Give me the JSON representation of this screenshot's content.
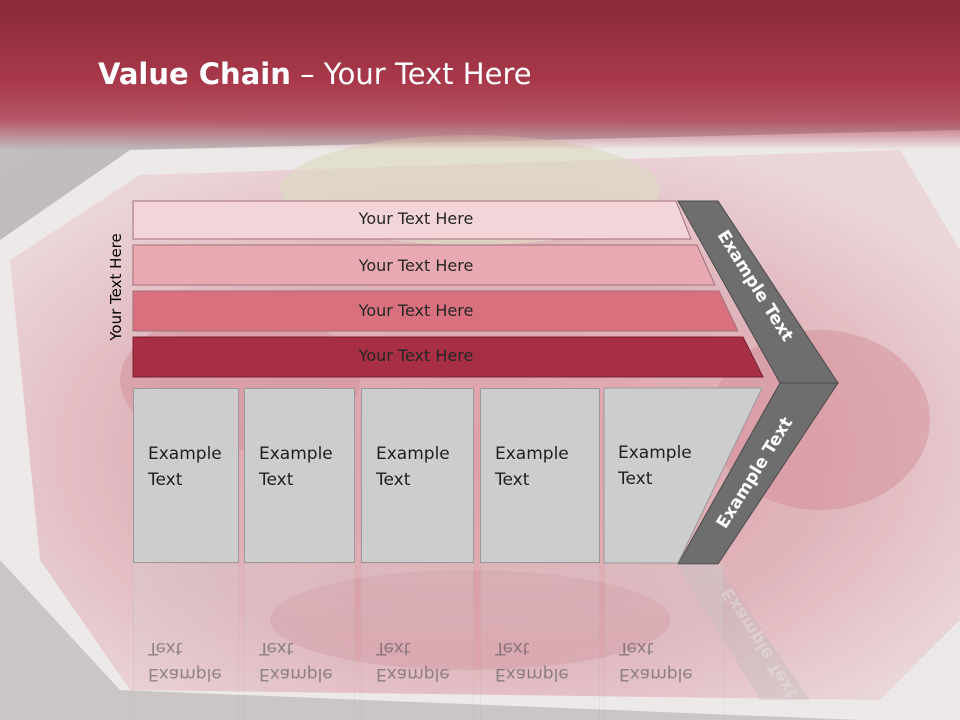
{
  "slide": {
    "title_bold": "Value Chain",
    "title_rest": " – Your Text Here",
    "side_label": "Your Text Here",
    "bars": [
      {
        "label": "Your Text Here",
        "color": "#f2d4d9"
      },
      {
        "label": "Your Text Here",
        "color": "#e8a9b2"
      },
      {
        "label": "Your Text Here",
        "color": "#d8707e"
      },
      {
        "label": "Your Text Here",
        "color": "#a82f43"
      }
    ],
    "boxes": [
      {
        "label": "Example Text"
      },
      {
        "label": "Example Text"
      },
      {
        "label": "Example Text"
      },
      {
        "label": "Example Text"
      },
      {
        "label": "Example Text"
      }
    ],
    "chevron_upper_label": "Example Text",
    "chevron_lower_label": "Example Text",
    "colors": {
      "header": "#a8394b",
      "box_fill": "#cdcdcd",
      "chevron_fill": "#6e6e6e"
    }
  }
}
